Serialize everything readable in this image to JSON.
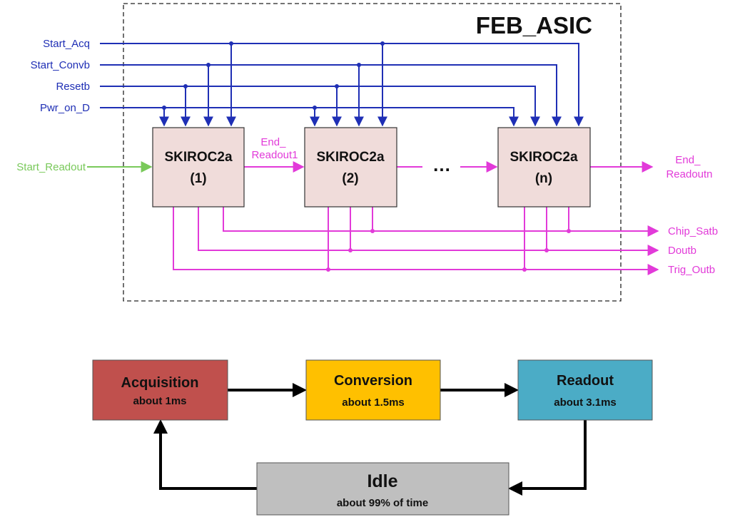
{
  "asic": {
    "title": "FEB_ASIC",
    "inputs": {
      "start_acq": "Start_Acq",
      "start_convb": "Start_Convb",
      "resetb": "Resetb",
      "pwr_on_d": "Pwr_on_D",
      "start_readout": "Start_Readout"
    },
    "chips": [
      {
        "name": "SKIROC2a",
        "index": "(1)"
      },
      {
        "name": "SKIROC2a",
        "index": "(2)"
      },
      {
        "name": "SKIROC2a",
        "index": "(n)"
      }
    ],
    "end_readout1": {
      "line1": "End_",
      "line2": "Readout1"
    },
    "end_readoutn": {
      "line1": "End_",
      "line2": "Readoutn"
    },
    "ellipsis": "…",
    "outputs": {
      "chip_satb": "Chip_Satb",
      "doutb": "Doutb",
      "trig_outb": "Trig_Outb"
    },
    "colors": {
      "control": "#1f2fb5",
      "output": "#e23ad9",
      "start_readout": "#79c95a",
      "chip_fill": "#f0dcda"
    }
  },
  "cycle": {
    "states": {
      "acquisition": {
        "name": "Acquisition",
        "duration": "about 1ms",
        "color": "#c0504d"
      },
      "conversion": {
        "name": "Conversion",
        "duration": "about 1.5ms",
        "color": "#ffc000"
      },
      "readout": {
        "name": "Readout",
        "duration": "about 3.1ms",
        "color": "#4bacc6"
      },
      "idle": {
        "name": "Idle",
        "duration": "about 99% of time",
        "color": "#bfbfbf"
      }
    }
  }
}
